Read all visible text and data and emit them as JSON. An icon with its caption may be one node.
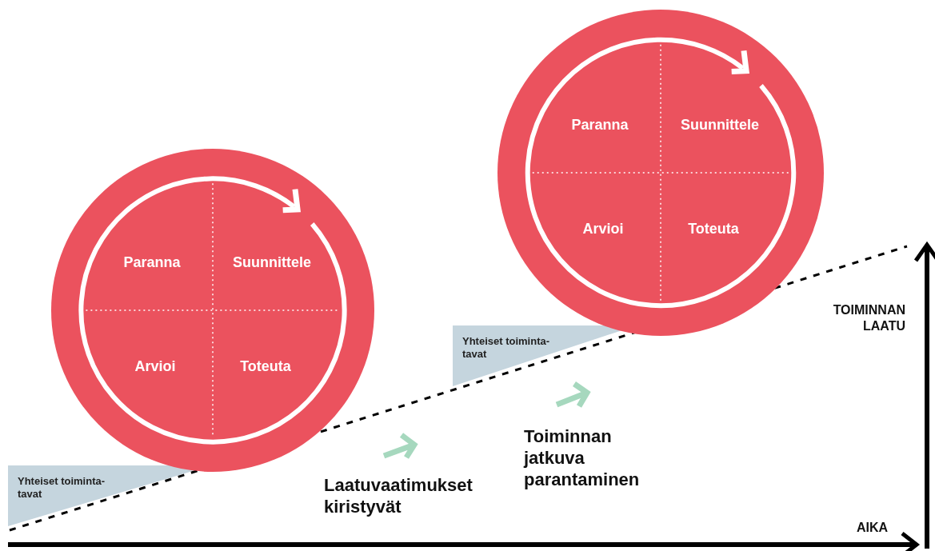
{
  "diagram": {
    "nodes": [
      {
        "text": [],
        "shape": "circle"
      },
      {
        "text": [
          "Paranna"
        ],
        "in": 0
      },
      {
        "text": [
          "Suunnittele"
        ],
        "in": 0
      },
      {
        "text": [
          "Arvioi"
        ],
        "in": 0
      },
      {
        "text": [
          "Toteuta"
        ],
        "in": 0
      },
      {
        "text": [
          "Yhteiset toiminta- tavat"
        ]
      },
      {
        "text": [],
        "shape": "circle"
      },
      {
        "text": [
          "Paranna"
        ],
        "in": 6
      },
      {
        "text": [
          "Suunnittele"
        ],
        "in": 6
      },
      {
        "text": [
          "Arvioi"
        ],
        "in": 6
      },
      {
        "text": [
          "Toteuta"
        ],
        "in": 6
      },
      {
        "text": [
          "Yhteiset toiminta- tavat"
        ]
      }
    ],
    "labels": [
      "Laatuvaatimukset kiristyvät",
      "Toiminnan jatkuva parantaminen",
      "TOIMINNAN LAATU",
      "AIKA"
    ]
  }
}
